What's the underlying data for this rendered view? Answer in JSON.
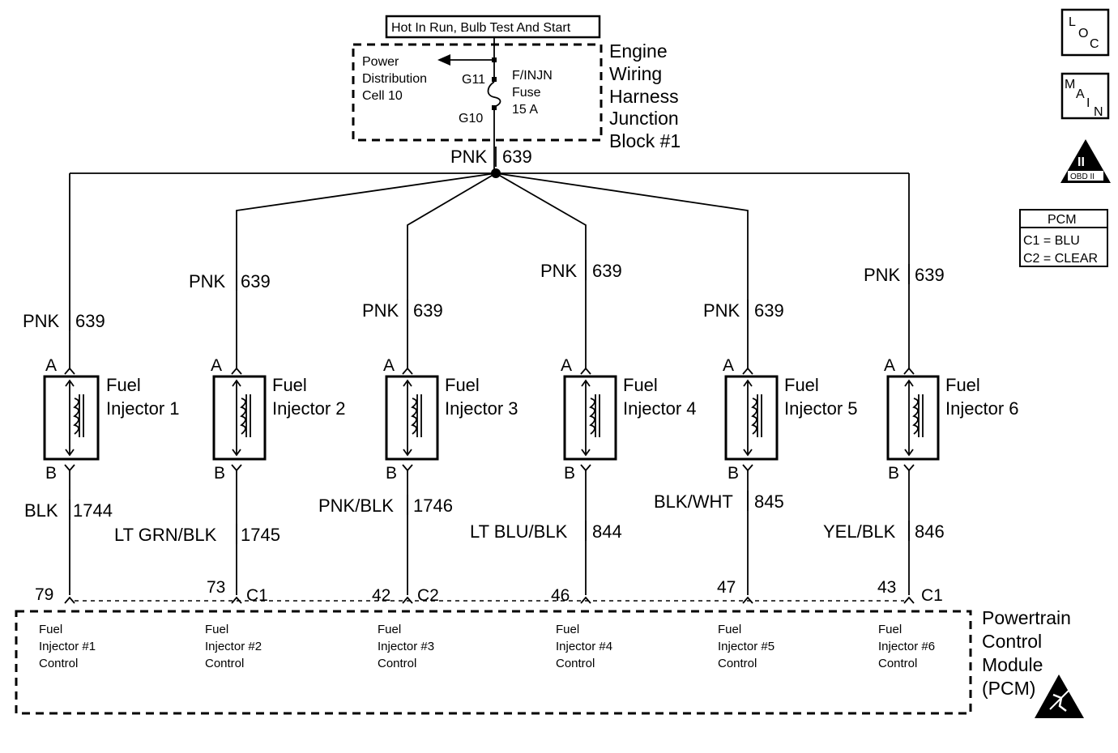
{
  "header_box": "Hot In Run, Bulb Test And Start",
  "junction_block": {
    "power_label": [
      "Power",
      "Distribution",
      "Cell 10"
    ],
    "pin_top": "G11",
    "pin_bottom": "G10",
    "fuse_label": [
      "F/INJN",
      "Fuse",
      "15 A"
    ],
    "title": [
      "Engine",
      "Wiring",
      "Harness",
      "Junction",
      "Block #1"
    ]
  },
  "main_wire": {
    "color": "PNK",
    "circuit": "639"
  },
  "side_icons": {
    "loc": {
      "chars": [
        "L",
        "O",
        "C"
      ]
    },
    "main": {
      "chars": [
        "M",
        "A",
        "I",
        "N"
      ]
    },
    "obd": {
      "numeral": "II",
      "text": "OBD II"
    }
  },
  "pcm_legend": {
    "title": "PCM",
    "rows": [
      "C1 = BLU",
      "C2 = CLEAR"
    ]
  },
  "injectors": [
    {
      "name": [
        "Fuel",
        "Injector 1"
      ],
      "pin_a": "A",
      "pin_b": "B",
      "in_color": "PNK",
      "in_circuit": "639",
      "out_color": "BLK",
      "out_circuit": "1744",
      "pcm_pin": "79",
      "connector": "",
      "pcm_label": [
        "Fuel",
        "Injector #1",
        "Control"
      ]
    },
    {
      "name": [
        "Fuel",
        "Injector  2"
      ],
      "pin_a": "A",
      "pin_b": "B",
      "in_color": "PNK",
      "in_circuit": "639",
      "out_color": "LT GRN/BLK",
      "out_circuit": "1745",
      "pcm_pin": "73",
      "connector": "C1",
      "pcm_label": [
        "Fuel",
        "Injector #2",
        "Control"
      ]
    },
    {
      "name": [
        "Fuel",
        "Injector  3"
      ],
      "pin_a": "A",
      "pin_b": "B",
      "in_color": "PNK",
      "in_circuit": "639",
      "out_color": "PNK/BLK",
      "out_circuit": "1746",
      "pcm_pin": "42",
      "connector": "C2",
      "pcm_label": [
        "Fuel",
        "Injector #3",
        "Control"
      ]
    },
    {
      "name": [
        "Fuel",
        "Injector  4"
      ],
      "pin_a": "A",
      "pin_b": "B",
      "in_color": "PNK",
      "in_circuit": "639",
      "out_color": "LT BLU/BLK",
      "out_circuit": "844",
      "pcm_pin": "46",
      "connector": "",
      "pcm_label": [
        "Fuel",
        "Injector #4",
        "Control"
      ]
    },
    {
      "name": [
        "Fuel",
        "Injector  5"
      ],
      "pin_a": "A",
      "pin_b": "B",
      "in_color": "PNK",
      "in_circuit": "639",
      "out_color": "BLK/WHT",
      "out_circuit": "845",
      "pcm_pin": "47",
      "connector": "",
      "pcm_label": [
        "Fuel",
        "Injector #5",
        "Control"
      ]
    },
    {
      "name": [
        "Fuel",
        "Injector  6"
      ],
      "pin_a": "A",
      "pin_b": "B",
      "in_color": "PNK",
      "in_circuit": "639",
      "out_color": "YEL/BLK",
      "out_circuit": "846",
      "pcm_pin": "43",
      "connector": "C1",
      "pcm_label": [
        "Fuel",
        "Injector #6",
        "Control"
      ]
    }
  ],
  "pcm_title": [
    "Powertrain",
    "Control",
    "Module",
    "(PCM)"
  ]
}
